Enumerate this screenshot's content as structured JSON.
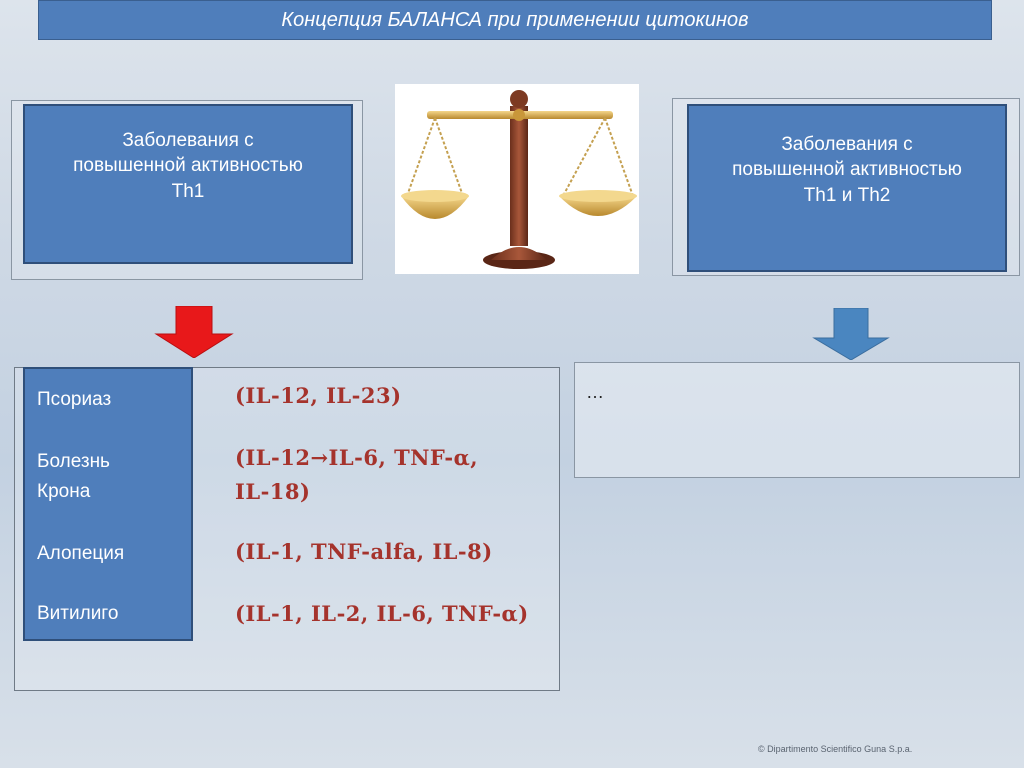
{
  "title": "Концепция БАЛАНСА при применении цитокинов",
  "left_box": {
    "lines": [
      "Заболевания с",
      "повышенной активностью",
      "Th1"
    ]
  },
  "right_box": {
    "lines": [
      "Заболевания с",
      "повышенной активностью",
      "Th1 и Th2"
    ]
  },
  "scales_image": "scales-of-justice-image",
  "left_arrow": {
    "icon": "down-arrow-icon",
    "color": "#e8181a"
  },
  "right_arrow": {
    "icon": "down-arrow-icon",
    "color": "#4a86c0"
  },
  "diseases": [
    {
      "name": [
        "Псориаз"
      ],
      "cytokines": [
        "(IL-12, IL-23)"
      ]
    },
    {
      "name": [
        "Болезнь",
        "Крона"
      ],
      "cytokines": [
        "(IL-12→IL-6, TNF-α,",
        "IL-18)"
      ]
    },
    {
      "name": [
        "Алопеция"
      ],
      "cytokines": [
        "(IL-1, TNF-alfa, IL-8)"
      ]
    },
    {
      "name": [
        "Витилиго"
      ],
      "cytokines": [
        "(IL-1, IL-2, IL-6, TNF-α)"
      ]
    }
  ],
  "right_panel_text": "…",
  "footer": "© Dipartimento Scientifico Guna S.p.a.",
  "colors": {
    "accent": "#4f7ebb",
    "cytokine_text": "#a5332c"
  }
}
